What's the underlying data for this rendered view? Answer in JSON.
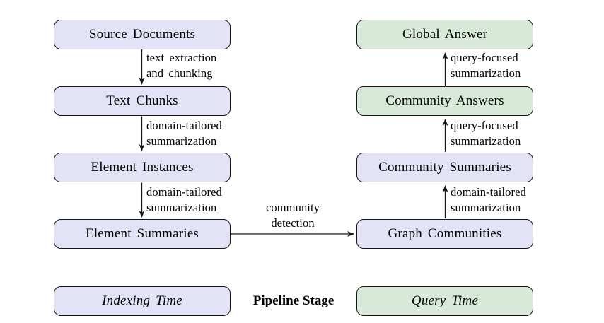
{
  "nodes": {
    "source_documents": "Source Documents",
    "text_chunks": "Text Chunks",
    "element_instances": "Element Instances",
    "element_summaries": "Element Summaries",
    "global_answer": "Global Answer",
    "community_answers": "Community Answers",
    "community_summaries": "Community Summaries",
    "graph_communities": "Graph Communities"
  },
  "edges": {
    "source_to_chunks": {
      "lines": [
        "text extraction",
        "and chunking"
      ]
    },
    "chunks_to_instances": {
      "lines": [
        "domain-tailored",
        "summarization"
      ]
    },
    "instances_to_summaries": {
      "lines": [
        "domain-tailored",
        "summarization"
      ]
    },
    "summaries_to_communities": {
      "lines": [
        "community",
        "detection"
      ]
    },
    "communities_to_comm_summaries": {
      "lines": [
        "domain-tailored",
        "summarization"
      ]
    },
    "comm_summaries_to_answers": {
      "lines": [
        "query-focused",
        "summarization"
      ]
    },
    "answers_to_global": {
      "lines": [
        "query-focused",
        "summarization"
      ]
    }
  },
  "legend": {
    "indexing_time": "Indexing Time",
    "center_label": "Pipeline Stage",
    "query_time": "Query Time"
  },
  "colors": {
    "indexing_fill": "#e3e3f7",
    "query_fill": "#d8e9d9",
    "border": "#161616",
    "arrow": "#161616",
    "text": "#000000"
  }
}
